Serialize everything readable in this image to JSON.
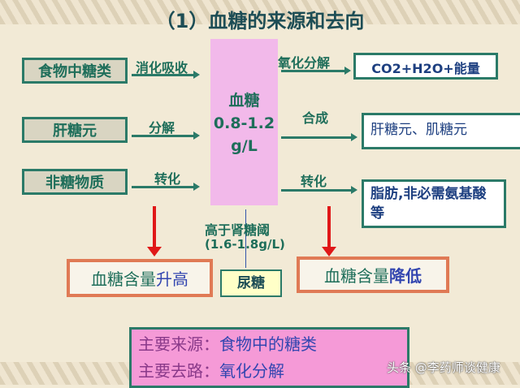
{
  "title": "（1）血糖的来源和去向",
  "center": {
    "line1": "血糖",
    "line2": "0.8-1.2",
    "line3": "g/L"
  },
  "sources": [
    {
      "box": "食物中糖类",
      "process": "消化吸收"
    },
    {
      "box": "肝糖元",
      "process": "分解"
    },
    {
      "box": "非糖物质",
      "process": "转化"
    }
  ],
  "destinations": [
    {
      "process": "氧化分解",
      "box": "CO2+H2O+能量"
    },
    {
      "process": "合成",
      "box": "肝糖元、肌糖元"
    },
    {
      "process": "转化",
      "box": "脂肪,非必需氨基酸等"
    }
  ],
  "kidney": {
    "label": "高于肾糖阈",
    "range": "(1.6-1.8g/L)",
    "result": "尿糖"
  },
  "rise": {
    "prefix": "血糖含量",
    "emph": "升高"
  },
  "fall": {
    "prefix": "血糖含量",
    "emph": "降低"
  },
  "summary": {
    "source_label": "主要来源：",
    "source_value": "食物中的糖类",
    "sink_label": "主要去路：",
    "sink_value": "氧化分解"
  },
  "watermark": "头条 @李药师谈健康"
}
